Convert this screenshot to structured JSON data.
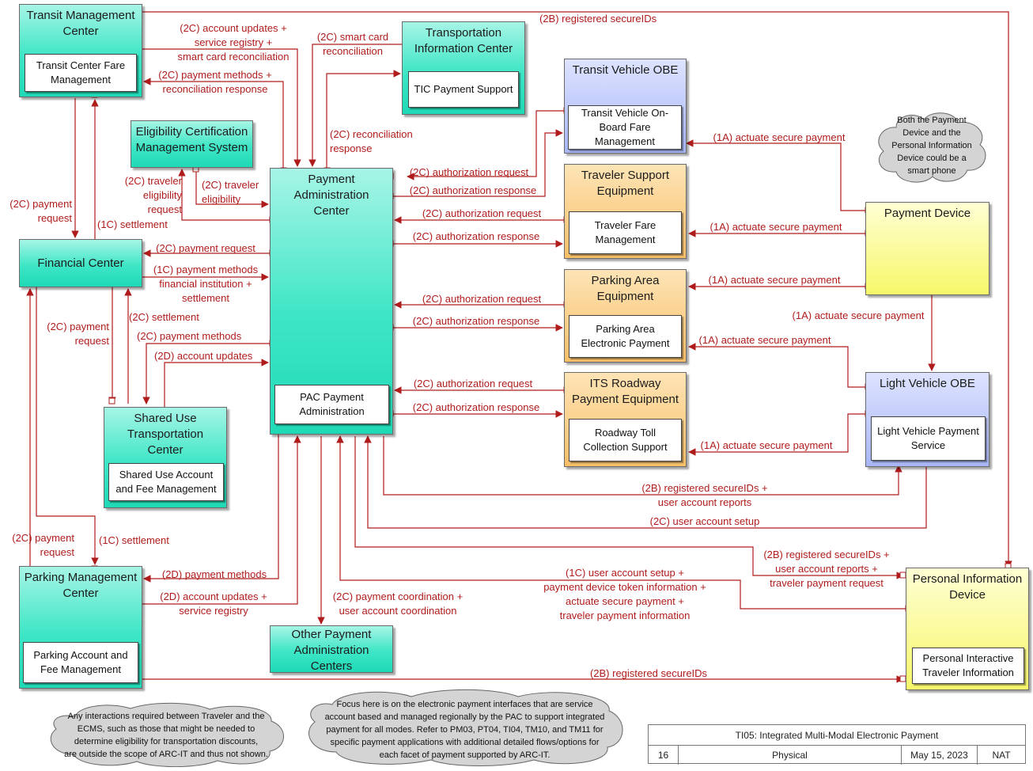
{
  "nodes": {
    "tmc": {
      "title": "Transit Management\nCenter",
      "inner": "Transit Center Fare\nManagement"
    },
    "tic": {
      "title": "Transportation\nInformation Center",
      "inner": "TIC Payment Support"
    },
    "tvobe": {
      "title": "Transit Vehicle OBE",
      "inner": "Transit Vehicle On-\nBoard Fare\nManagement"
    },
    "ecms": {
      "title": "Eligibility Certification\nManagement System"
    },
    "pac": {
      "title": "Payment\nAdministration\nCenter",
      "inner": "PAC Payment\nAdministration"
    },
    "tse": {
      "title": "Traveler Support\nEquipment",
      "inner": "Traveler Fare\nManagement"
    },
    "pae": {
      "title": "Parking Area\nEquipment",
      "inner": "Parking Area\nElectronic Payment"
    },
    "its": {
      "title": "ITS Roadway\nPayment Equipment",
      "inner": "Roadway Toll\nCollection Support"
    },
    "fc": {
      "title": "Financial Center"
    },
    "sutc": {
      "title": "Shared Use\nTransportation\nCenter",
      "inner": "Shared Use Account\nand Fee Management"
    },
    "pd": {
      "title": "Payment Device"
    },
    "lvobe": {
      "title": "Light Vehicle OBE",
      "inner": "Light Vehicle Payment\nService"
    },
    "pmc": {
      "title": "Parking Management\nCenter",
      "inner": "Parking Account and\nFee Management"
    },
    "opac": {
      "title": "Other Payment\nAdministration\nCenters"
    },
    "pid": {
      "title": "Personal Information\nDevice",
      "inner": "Personal Interactive\nTraveler Information"
    }
  },
  "flows": {
    "f1": "(2B) registered secureIDs",
    "f2": "(2C) account updates +\nservice registry +\nsmart card reconciliation",
    "f3": "(2C) payment methods +\nreconciliation response",
    "f4": "(2C) smart card\nreconciliation",
    "f5": "(2C) reconciliation\nresponse",
    "f6": "(2C) traveler\neligibility\nrequest",
    "f7": "(2C) traveler\neligibility",
    "f8": "(2C) payment\nrequest",
    "f9": "(1C) settlement",
    "f10": "(2C) payment request",
    "f11": "(1C) payment methods\nfinancial institution +\nsettlement",
    "f12": "(2C) payment\nrequest",
    "f13": "(2C) settlement",
    "f14": "(2C) payment methods",
    "f15": "(2D) account updates",
    "f16": "(2C) authorization request",
    "f17": "(2C) authorization response",
    "f18": "(2C) authorization request",
    "f19": "(2C) authorization response",
    "f20": "(2C) authorization request",
    "f21": "(2C) authorization response",
    "f22": "(2C) authorization request",
    "f23": "(2C) authorization response",
    "f24": "(1A) actuate secure payment",
    "f25": "(1A) actuate secure payment",
    "f26": "(1A) actuate secure payment",
    "f27": "(1A) actuate secure payment",
    "f28": "(1A) actuate secure payment",
    "f29": "(1A) actuate secure payment",
    "f30": "(2B) registered secureIDs +\nuser account reports",
    "f31": "(2C) user account setup",
    "f32": "(2B) registered secureIDs +\nuser account reports +\ntraveler payment request",
    "f33": "(1C) user account setup +\npayment device token information +\nactuate secure payment +\ntraveler payment information",
    "f34": "(2C) payment\nrequest",
    "f35": "(1C) settlement",
    "f36": "(2D) payment methods",
    "f37": "(2D) account updates +\nservice registry",
    "f38": "(2C) payment coordination +\nuser account coordination",
    "f39": "(2B) registered secureIDs"
  },
  "notes": {
    "phone": "Both the Payment\nDevice and the\nPersonal Information\nDevice could be a\nsmart phone",
    "ecms_scope": "Any interactions required between Traveler and the\nECMS, such as those that might be needed to\ndetermine eligibility for transportation discounts,\nare outside the scope of ARC-IT and thus not shown.",
    "focus": "Focus here is on the electronic payment interfaces that are service\naccount based and managed regionally by the PAC to support integrated\npayment for all modes.  Refer to PM03, PT04, TI04, TM10, and TM11 for\nspecific payment applications with additional detailed flows/options for\neach facet of payment supported by ARC-IT."
  },
  "footer": {
    "title": "TI05: Integrated Multi-Modal Electronic Payment",
    "page": "16",
    "view": "Physical",
    "date": "May 15, 2023",
    "author": "NAT"
  },
  "colors": {
    "flow": "#b01c1c",
    "center": "#3ee6c6",
    "field": "#f9bf68",
    "vehicle": "#a8b6f7",
    "traveler": "#f7f76a"
  }
}
